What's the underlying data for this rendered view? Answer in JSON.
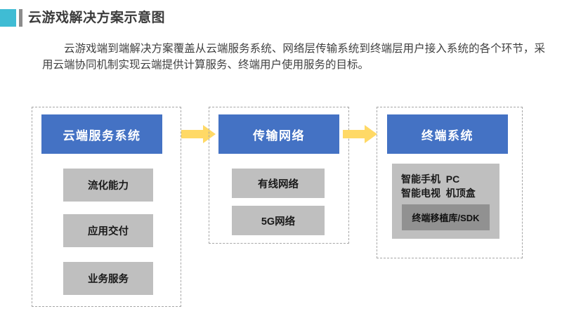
{
  "header": {
    "title": "云游戏解决方案示意图",
    "accent_color": "#3FBCD4",
    "tick_color": "#8C8C8C"
  },
  "intro": {
    "paragraph": "云游戏端到端解决方案覆盖从云端服务系统、网络层传输系统到终端层用户接入系统的各个环节，采用云端协同机制实现云端提供计算服务、终端用户使用服务的目标。"
  },
  "diagram": {
    "type": "flow",
    "header_color": "#4472C4",
    "item_color": "#BFBFBF",
    "nested_color": "#919191",
    "arrow_color": "#FFD966",
    "group_border_color": "#A6A6A6",
    "groups": [
      {
        "id": "cloud",
        "header": "云端服务系统",
        "items": [
          "流化能力",
          "应用交付",
          "业务服务"
        ]
      },
      {
        "id": "network",
        "header": "传输网络",
        "items": [
          "有线网络",
          "5G网络"
        ]
      },
      {
        "id": "terminal",
        "header": "终端系统",
        "devices_line_1": "智能手机  PC",
        "devices_line_2": "智能电视  机顶盒",
        "nested_item": "终端移植库/SDK"
      }
    ],
    "arrows": [
      {
        "id": "arrow-cloud-to-network",
        "direction": "right"
      },
      {
        "id": "arrow-network-to-terminal",
        "direction": "right"
      }
    ]
  }
}
